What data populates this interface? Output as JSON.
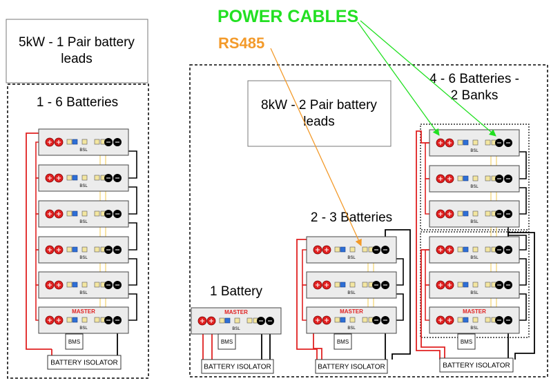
{
  "labels": {
    "power_cables": "POWER CABLES",
    "rs485": "RS485",
    "box_5kw_line1": "5kW - 1 Pair battery",
    "box_5kw_line2": "leads",
    "box_8kw_line1": "8kW - 2 Pair battery",
    "box_8kw_line2": "leads",
    "title_1_6": "1 - 6 Batteries",
    "title_1": "1 Battery",
    "title_2_3": "2 - 3 Batteries",
    "title_4_6_line1": "4 - 6 Batteries -",
    "title_4_6_line2": "2 Banks",
    "bsl": "BSL",
    "master": "MASTER",
    "bms": "BMS",
    "isolator": "BATTERY ISOLATOR"
  },
  "colors": {
    "power_cables": "#22e022",
    "rs485": "#f39a2a",
    "positive_terminal": "#e02020",
    "negative_terminal": "#000000",
    "positive_wire": "#e02020",
    "negative_wire": "#000000",
    "comm_wire": "#f2d36b",
    "comm_port": "#2e6fd6",
    "led": "#f3e6a0",
    "master_text": "#e02020"
  }
}
